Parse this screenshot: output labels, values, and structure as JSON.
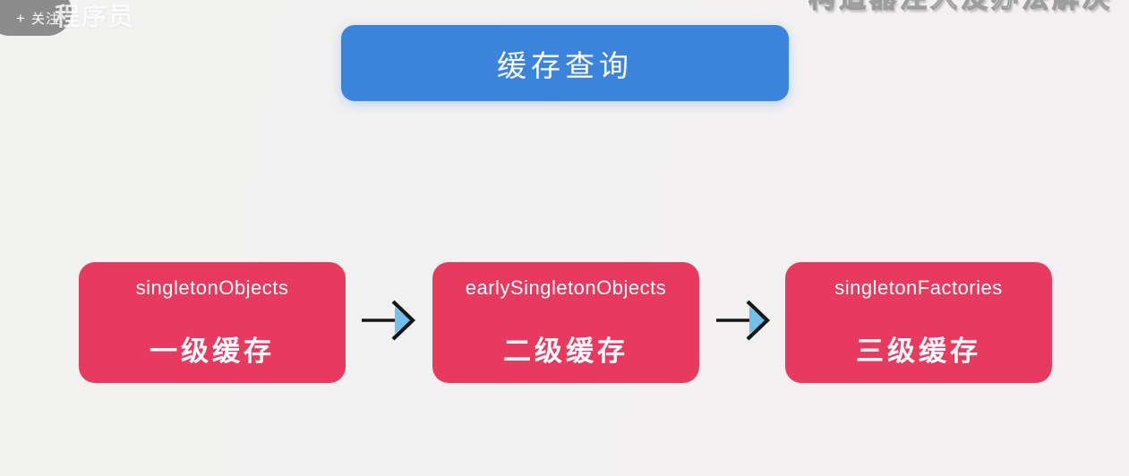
{
  "platform_overlay": {
    "follow_button": {
      "plus_icon": "+",
      "label": "关注",
      "bg_color": "#7d7d7d"
    },
    "uploader_watermark": "程序员",
    "cropped_video_title": "构造器注入没办法解决"
  },
  "diagram": {
    "header": {
      "label": "缓存查询",
      "color": "#3C84DB"
    },
    "flow": {
      "box_color": "#E8395F",
      "boxes": [
        {
          "name": "singletonObjects",
          "caption": "一级缓存"
        },
        {
          "name": "earlySingletonObjects",
          "caption": "二级缓存"
        },
        {
          "name": "singletonFactories",
          "caption": "三级缓存"
        }
      ],
      "arrow": {
        "stroke_color": "#161616",
        "accent_color": "#70C0EB"
      }
    }
  }
}
